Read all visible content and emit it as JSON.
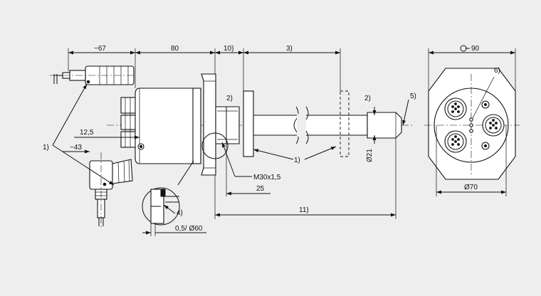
{
  "dimensions": {
    "d_67": "~67",
    "d_80": "80",
    "d_10": "10)",
    "d_3": "3)",
    "d_90": "90",
    "d_12_5": "12,5",
    "d_43": "~43",
    "d_2a": "2)",
    "d_2b": "2)",
    "d_5": "5)",
    "d_6": "6)",
    "d_1a": "1)",
    "d_1b": "1)",
    "d_21": "Ø21",
    "d_thread": "M30x1,5",
    "d_25": "25",
    "d_4": "4)",
    "d_11": "11)",
    "d_05_60": "0,5/ Ø60",
    "d_70": "Ø70"
  },
  "colors": {
    "background": "#eeeeee",
    "line": "#111111",
    "part_fill": "#ffffff"
  },
  "icons": {
    "wrench": "wrench-icon"
  }
}
